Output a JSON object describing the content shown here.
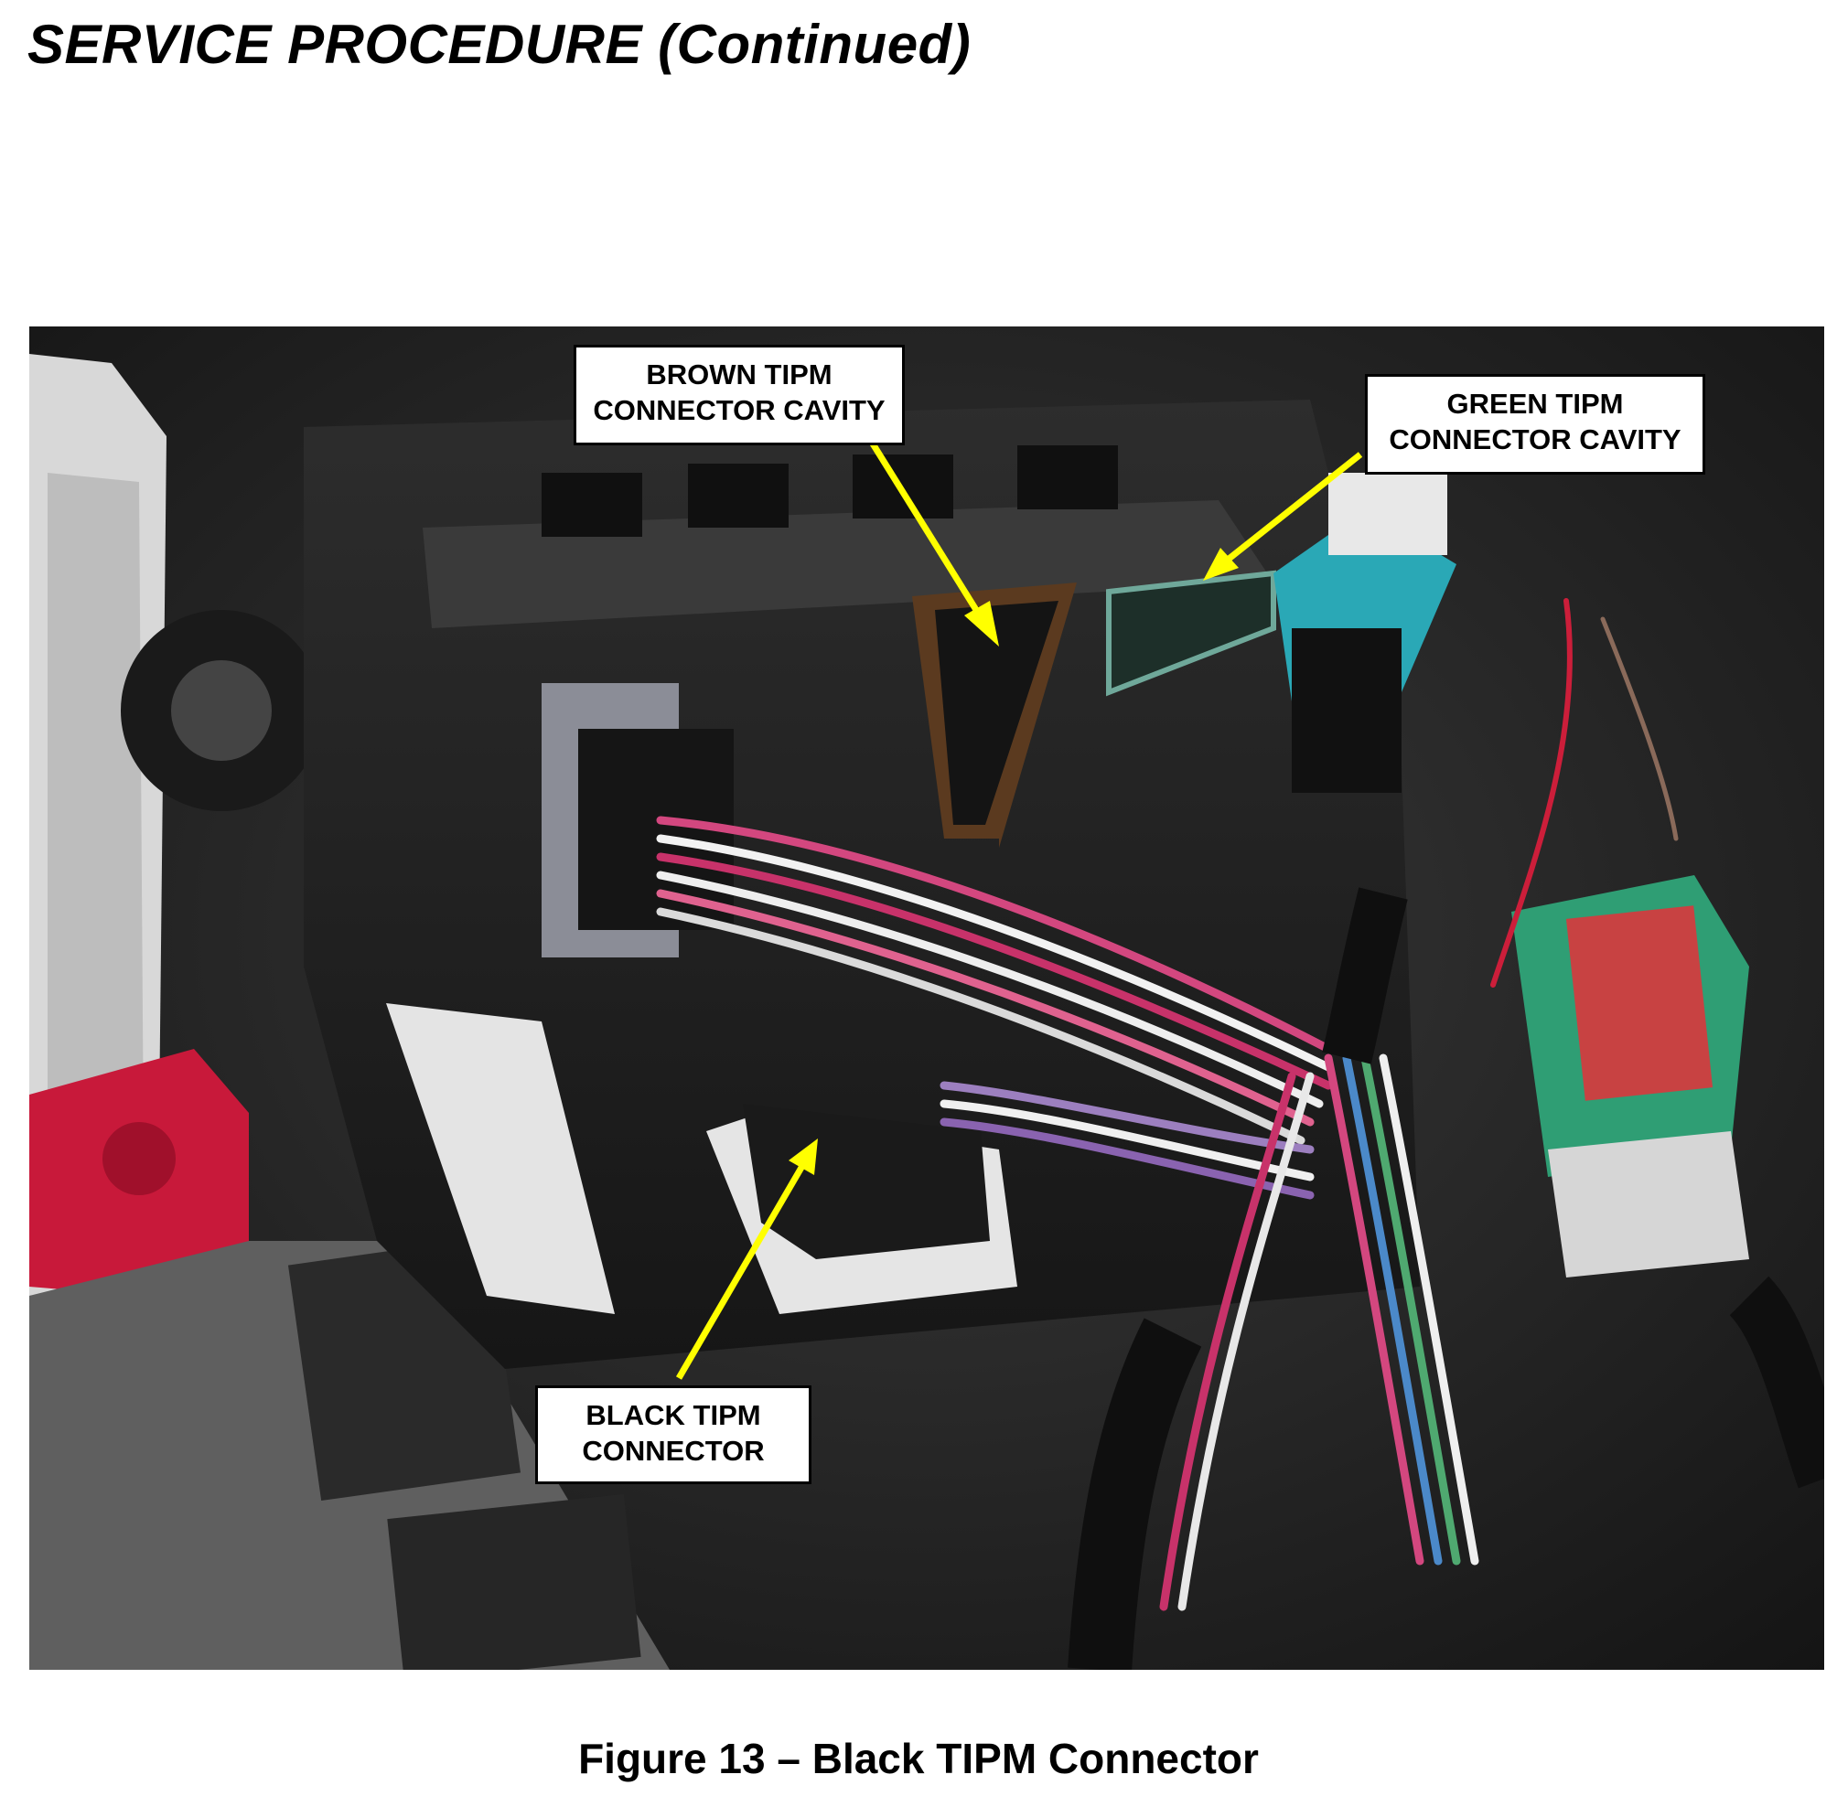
{
  "header": {
    "title": "SERVICE PROCEDURE (Continued)"
  },
  "photo": {
    "callouts": [
      {
        "line1": "BROWN TIPM",
        "line2": "CONNECTOR CAVITY"
      },
      {
        "line1": "GREEN TIPM",
        "line2": "CONNECTOR CAVITY"
      },
      {
        "line1": "BLACK TIPM",
        "line2": "CONNECTOR"
      }
    ],
    "arrow_color": "#FFFF00"
  },
  "caption": {
    "text": "Figure 13 – Black TIPM Connector"
  }
}
